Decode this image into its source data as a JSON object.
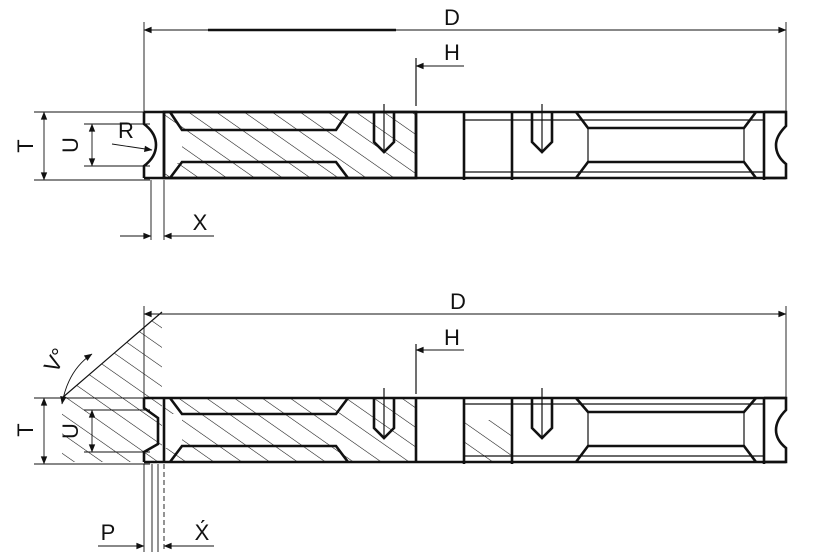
{
  "top_view": {
    "labels": {
      "D": "D",
      "H": "H",
      "T": "T",
      "U": "U",
      "R": "R",
      "X": "X"
    }
  },
  "bottom_view": {
    "labels": {
      "D": "D",
      "H": "H",
      "T": "T",
      "U": "U",
      "V": "V°",
      "P": "P",
      "X": "X́"
    }
  }
}
